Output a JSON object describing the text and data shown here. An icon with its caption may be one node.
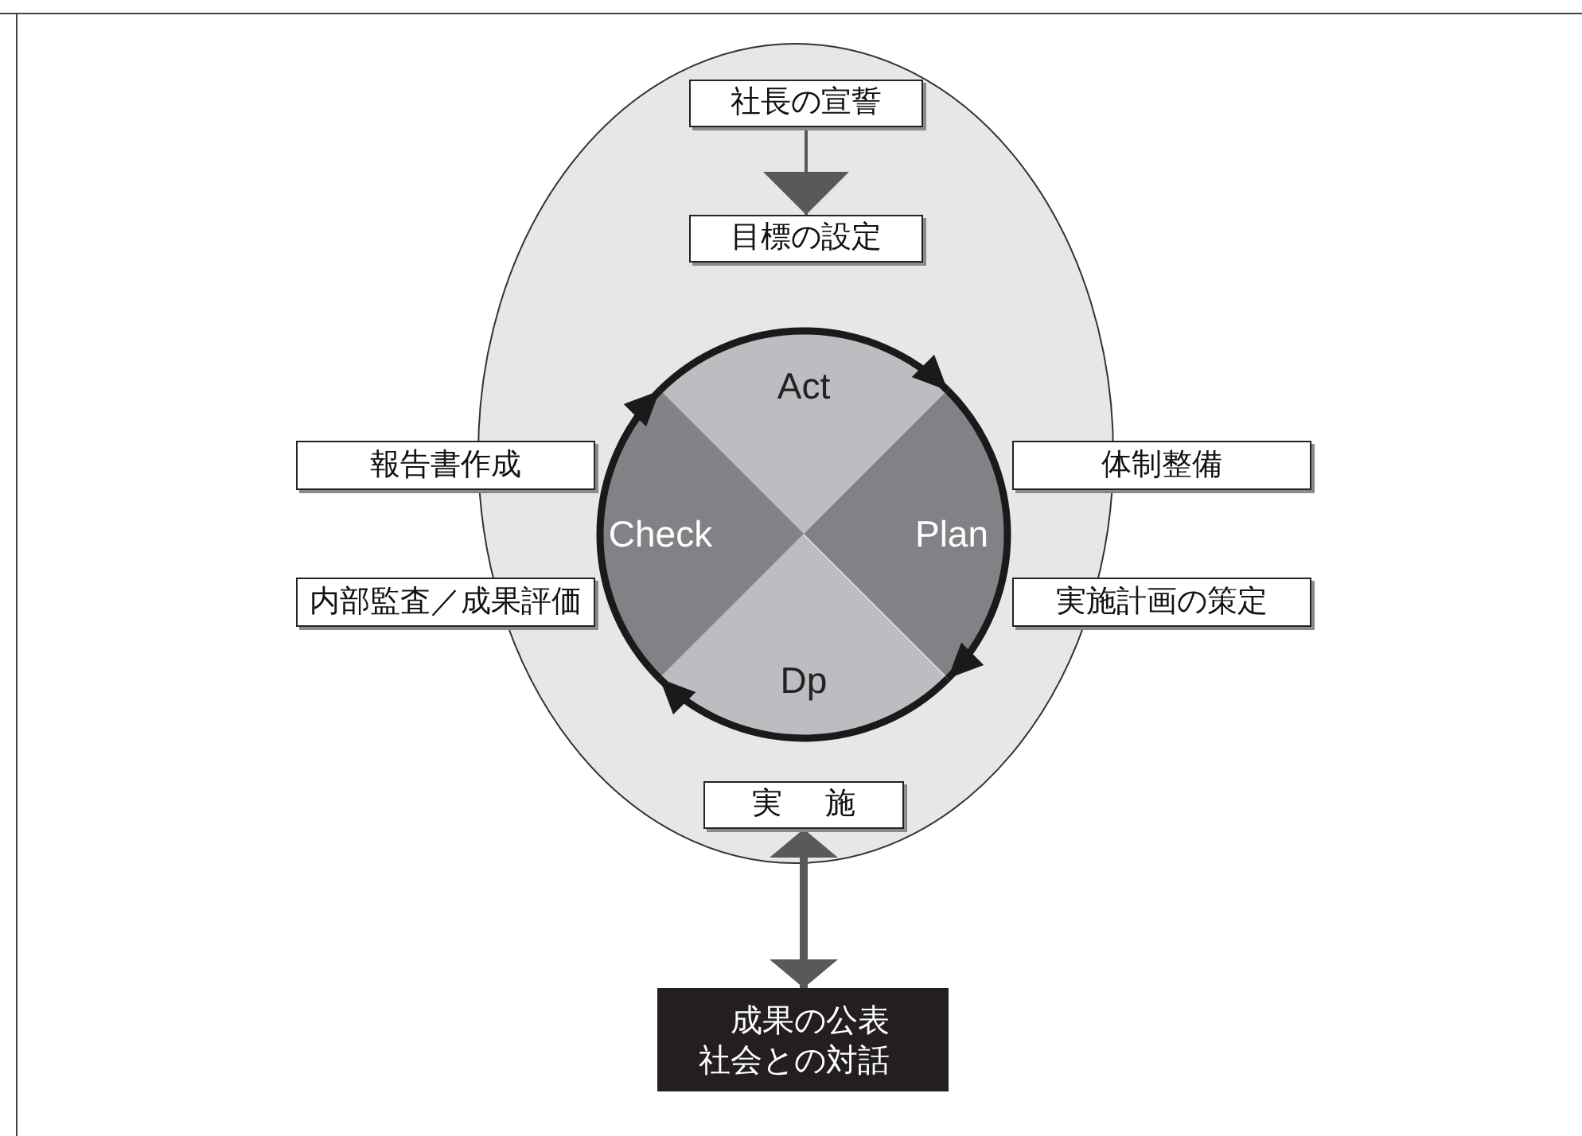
{
  "diagram": {
    "nodes": [
      {
        "text": [],
        "shape": "ellipse"
      },
      {
        "text": [
          "社長の宣誓"
        ],
        "in": 0
      },
      {
        "text": [
          "目標の設定"
        ],
        "in": 0
      },
      {
        "text": [
          "Act"
        ],
        "in": 0
      },
      {
        "text": [
          "Plan"
        ],
        "in": 0
      },
      {
        "text": [
          "Dp"
        ],
        "in": 0
      },
      {
        "text": [
          "Check"
        ],
        "in": 0
      },
      {
        "text": [
          "報告書作成"
        ]
      },
      {
        "text": [
          "内部監査／成果評価"
        ]
      },
      {
        "text": [
          "体制整備"
        ]
      },
      {
        "text": [
          "実施計画の策定"
        ]
      },
      {
        "text": [
          "実 施"
        ],
        "in": 0
      },
      {
        "text": [
          "成果の公表社会との対話"
        ]
      }
    ],
    "edges": [
      {
        "from": 1,
        "to": 2,
        "arrow": "to",
        "color": "#58595b"
      },
      {
        "from": 3,
        "to": 4,
        "arrow": "to"
      },
      {
        "from": 4,
        "to": 5,
        "arrow": "to"
      },
      {
        "from": 5,
        "to": 6,
        "arrow": "to"
      },
      {
        "from": 6,
        "to": 3,
        "arrow": "to"
      },
      {
        "from": 11,
        "to": 12,
        "arrow": "both",
        "color": "#58595b"
      }
    ]
  }
}
